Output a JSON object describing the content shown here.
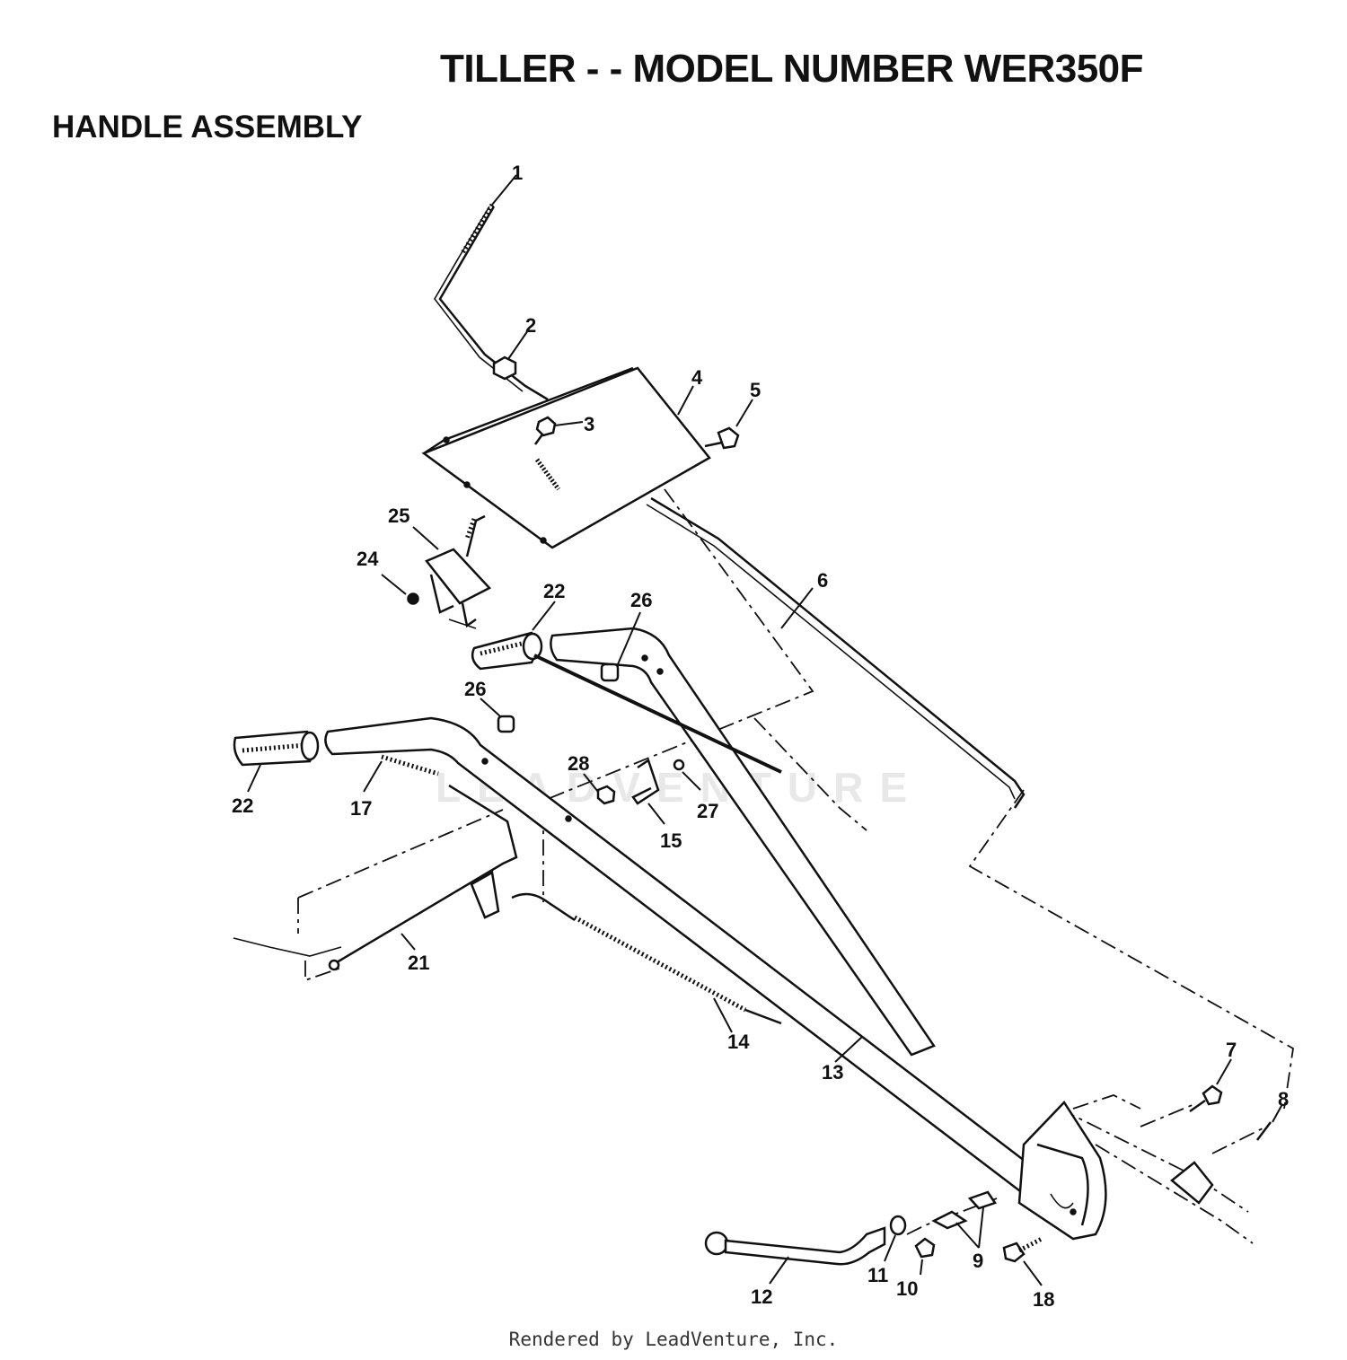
{
  "title": "TILLER - - MODEL NUMBER WER350F",
  "subtitle": "HANDLE ASSEMBLY",
  "footer": "Rendered by LeadVenture, Inc.",
  "watermark": "LEADVENTURE",
  "callouts": [
    "1",
    "2",
    "3",
    "4",
    "5",
    "6",
    "7",
    "8",
    "9",
    "10",
    "11",
    "12",
    "13",
    "14",
    "15",
    "17",
    "18",
    "21",
    "22",
    "22",
    "24",
    "25",
    "26",
    "26",
    "27",
    "28"
  ]
}
